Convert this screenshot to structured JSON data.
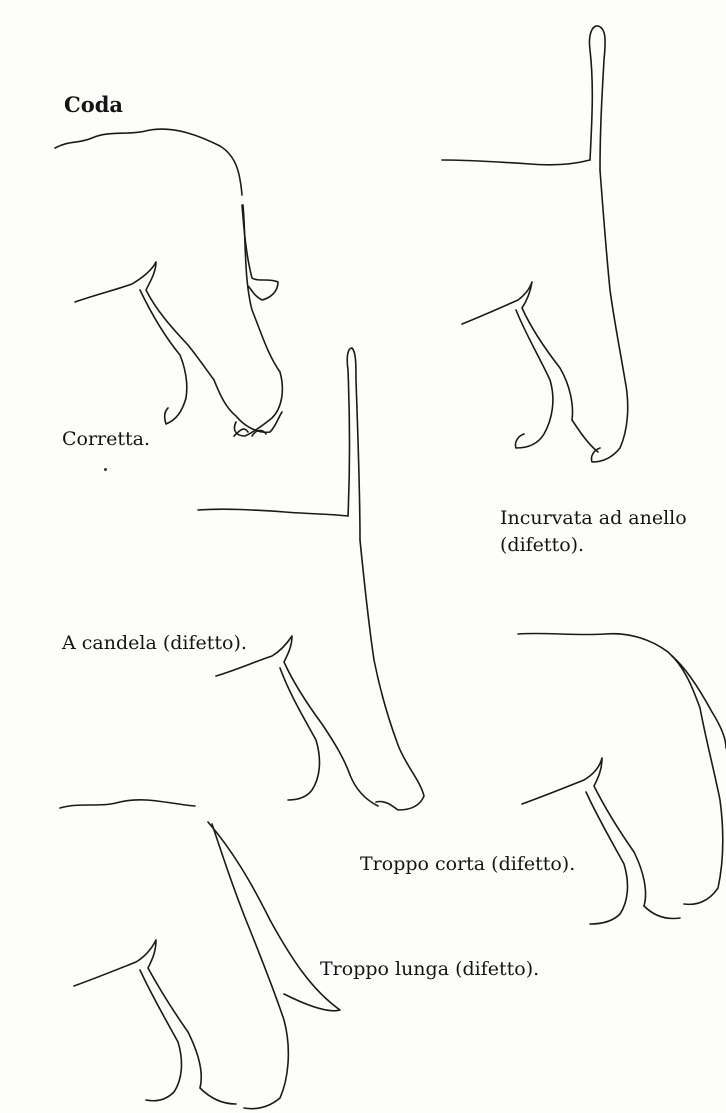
{
  "title": "Coda",
  "figures": [
    {
      "id": "corretta",
      "caption": "Corretta."
    },
    {
      "id": "anello",
      "caption_line1": "Incurvata ad anello",
      "caption_line2": "(difetto)."
    },
    {
      "id": "candela",
      "caption": "A candela (difetto)."
    },
    {
      "id": "corta",
      "caption": "Troppo corta (difetto)."
    },
    {
      "id": "lunga",
      "caption": "Troppo lunga (difetto)."
    }
  ],
  "colors": {
    "ink": "#1a1a1a",
    "paper": "#fdfdfb"
  }
}
